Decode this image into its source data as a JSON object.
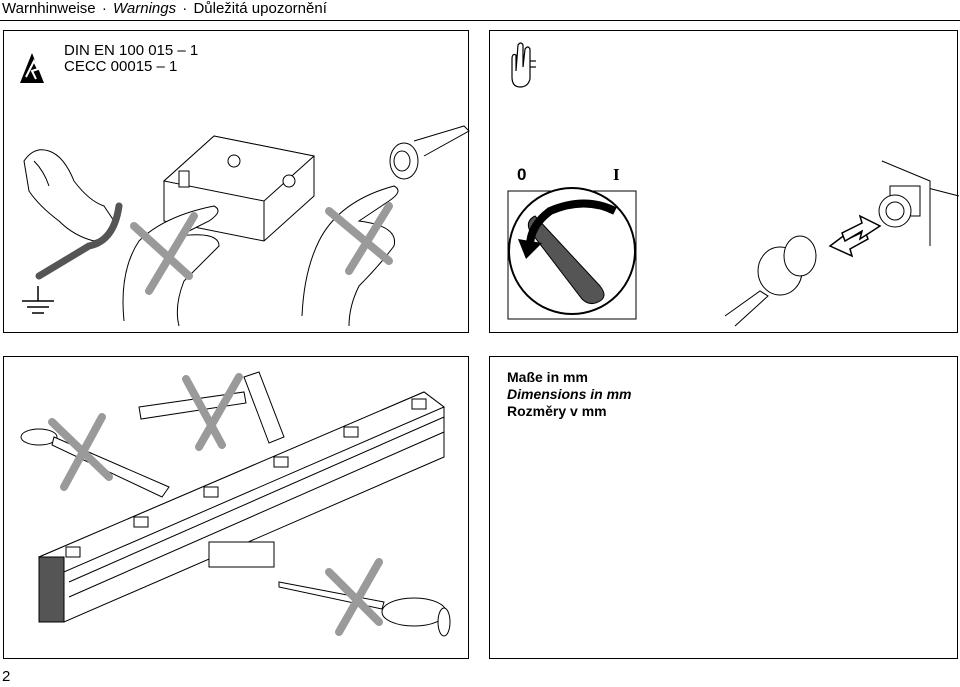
{
  "header": {
    "title_de": "Warnhinweise",
    "separator": "·",
    "title_en": "Warnings",
    "title_cs": "Důležitá upozornění"
  },
  "panel_esd": {
    "standard_1": "DIN EN 100 015 – 1",
    "standard_2": "CECC 00015 – 1",
    "icons": [
      "esd-warning-icon",
      "ground-icon"
    ]
  },
  "panel_switch": {
    "position_off": "0",
    "position_on": "I",
    "icons": [
      "attention-hand-icon"
    ]
  },
  "panel_dimensions": {
    "line_de": "Maße in mm",
    "line_en": "Dimensions in mm",
    "line_cs": "Rozměry v mm"
  },
  "footer": {
    "page_number": "2"
  },
  "colors": {
    "prohibited_cross": "#9a9a9a",
    "line": "#000000",
    "dark_fill": "#555555"
  }
}
